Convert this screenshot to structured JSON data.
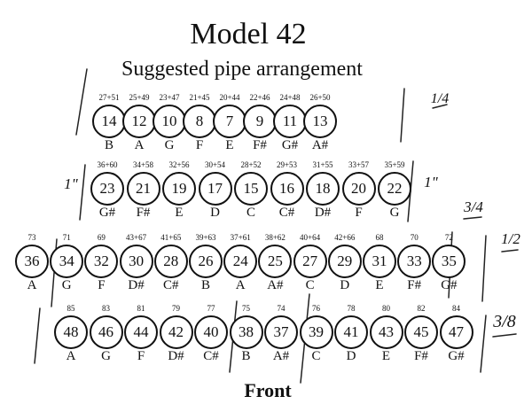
{
  "title": "Model 42",
  "subtitle": "Suggested  pipe arrangement",
  "footer_label": "Front",
  "rows": [
    {
      "pipes": [
        "14",
        "12",
        "10",
        "8",
        "7",
        "9",
        "11",
        "13"
      ],
      "captions": [
        "27+51",
        "25+49",
        "23+47",
        "21+45",
        "20+44",
        "22+46",
        "24+48",
        "26+50"
      ],
      "notes": [
        "B",
        "A",
        "G",
        "F",
        "E",
        "F#",
        "G#",
        "A#"
      ]
    },
    {
      "pipes": [
        "23",
        "21",
        "19",
        "17",
        "15",
        "16",
        "18",
        "20",
        "22"
      ],
      "captions": [
        "36+60",
        "34+58",
        "32+56",
        "30+54",
        "28+52",
        "29+53",
        "31+55",
        "33+57",
        "35+59"
      ],
      "notes": [
        "G#",
        "F#",
        "E",
        "D",
        "C",
        "C#",
        "D#",
        "F",
        "G"
      ]
    },
    {
      "pipes": [
        "36",
        "34",
        "32",
        "30",
        "28",
        "26",
        "24",
        "25",
        "27",
        "29",
        "31",
        "33",
        "35"
      ],
      "captions": [
        "73",
        "71",
        "69",
        "43+67",
        "41+65",
        "39+63",
        "37+61",
        "38+62",
        "40+64",
        "42+66",
        "68",
        "70",
        "72"
      ],
      "notes": [
        "A",
        "G",
        "F",
        "D#",
        "C#",
        "B",
        "A",
        "A#",
        "C",
        "D",
        "E",
        "F#",
        "G#"
      ]
    },
    {
      "pipes": [
        "48",
        "46",
        "44",
        "42",
        "40",
        "38",
        "37",
        "39",
        "41",
        "43",
        "45",
        "47"
      ],
      "captions": [
        "85",
        "83",
        "81",
        "79",
        "77",
        "75",
        "74",
        "76",
        "78",
        "80",
        "82",
        "84"
      ],
      "notes": [
        "A",
        "G",
        "F",
        "D#",
        "C#",
        "B",
        "A#",
        "C",
        "D",
        "E",
        "F#",
        "G#"
      ]
    }
  ],
  "handwritten": {
    "row1_size": "1/4",
    "row2_size_left": "1\"",
    "row2_size_right": "1\"",
    "row3_size": "1/2",
    "row3_top": "3/4",
    "row4_size": "3/8"
  }
}
